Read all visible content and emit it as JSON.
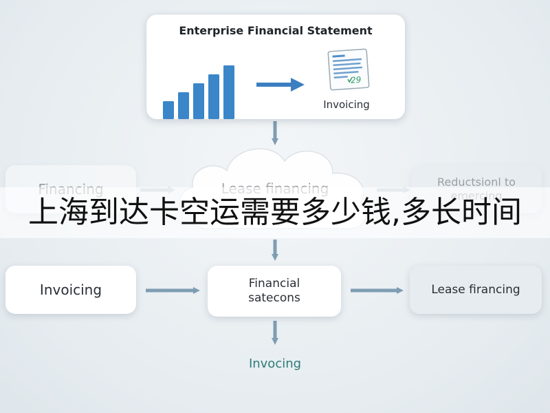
{
  "diagram": {
    "top_box": {
      "title": "Enterprise Financial Statement",
      "caption": "Invoicing",
      "doc_number": "29",
      "bar_chart_values": [
        2,
        3,
        4,
        5,
        6
      ]
    },
    "middle_row": {
      "left": "Financing",
      "center": "Lease financing",
      "right_line1": "Reductsionl to",
      "right_line2": "emercing"
    },
    "bottom_row": {
      "left": "Invoicing",
      "center_line1": "Financial",
      "center_line2": "satecons",
      "right": "Lease firancing"
    },
    "bottom_label": "Invocing"
  },
  "banner": {
    "text": "上海到达卡空运需要多少钱,多长时间"
  },
  "colors": {
    "bar_blue": "#3a86c8",
    "arrow_blue": "#3b7fc0",
    "flow_arrow": "#7f9db2",
    "accent_green": "#2e9a6a",
    "teal_text": "#2e7a78"
  },
  "icons": {
    "chart": "bar-chart-icon",
    "arrow": "arrow-right-icon",
    "document": "document-icon",
    "cloud": "cloud-shape"
  }
}
